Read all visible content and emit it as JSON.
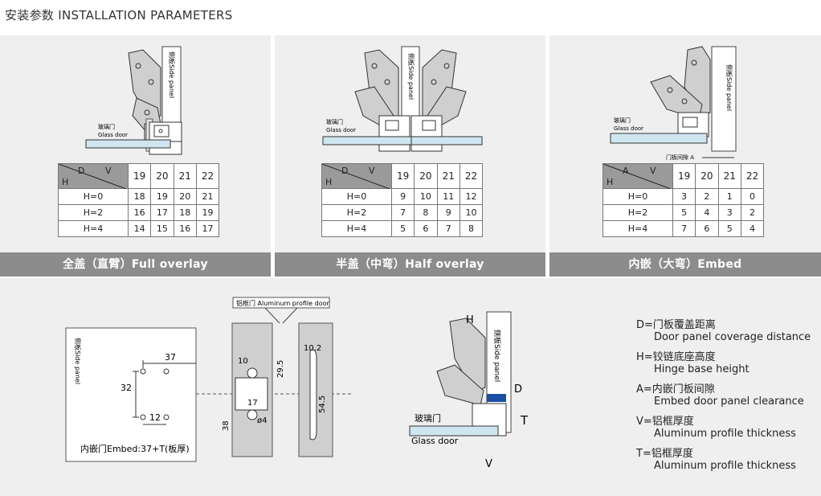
{
  "title": "安装参数 INSTALLATION PARAMETERS",
  "panels": [
    {
      "caption": "全盖（直臂）Full overlay",
      "side_panel_label": "侧板Side panel",
      "glass_label_cn": "玻璃门",
      "glass_label_en": "Glass door",
      "corner": {
        "left": "D",
        "right": "V",
        "bottom": "H"
      },
      "columns": [
        "19",
        "20",
        "21",
        "22"
      ],
      "rows": [
        {
          "label": "H=0",
          "cells": [
            "18",
            "19",
            "20",
            "21"
          ]
        },
        {
          "label": "H=2",
          "cells": [
            "16",
            "17",
            "18",
            "19"
          ]
        },
        {
          "label": "H=4",
          "cells": [
            "14",
            "15",
            "16",
            "17"
          ]
        }
      ]
    },
    {
      "caption": "半盖（中弯）Half overlay",
      "side_panel_label": "侧板Side panel",
      "glass_label_cn": "玻璃门",
      "glass_label_en": "Glass door",
      "corner": {
        "left": "D",
        "right": "V",
        "bottom": "H"
      },
      "columns": [
        "19",
        "20",
        "21",
        "22"
      ],
      "rows": [
        {
          "label": "H=0",
          "cells": [
            "9",
            "10",
            "11",
            "12"
          ]
        },
        {
          "label": "H=2",
          "cells": [
            "7",
            "8",
            "9",
            "10"
          ]
        },
        {
          "label": "H=4",
          "cells": [
            "5",
            "6",
            "7",
            "8"
          ]
        }
      ]
    },
    {
      "caption": "内嵌（大弯）Embed",
      "side_panel_label": "侧板Side panel",
      "glass_label_cn": "玻璃门",
      "glass_label_en": "Glass door",
      "gap_label": "门板间隙 A",
      "corner": {
        "left": "A",
        "right": "V",
        "bottom": "H"
      },
      "columns": [
        "19",
        "20",
        "21",
        "22"
      ],
      "rows": [
        {
          "label": "H=0",
          "cells": [
            "3",
            "2",
            "1",
            "0"
          ]
        },
        {
          "label": "H=2",
          "cells": [
            "5",
            "4",
            "3",
            "2"
          ]
        },
        {
          "label": "H=4",
          "cells": [
            "7",
            "6",
            "5",
            "4"
          ]
        }
      ]
    }
  ],
  "drilling": {
    "side_panel_label": "侧板Side panel",
    "dim_37": "37",
    "dim_32": "32",
    "dim_12": "12",
    "embed_note": "内嵌门Embed:37+T(板厚)"
  },
  "profile": {
    "label": "铝框门 Aluminum profile door",
    "dim_10": "10",
    "dim_29_5": "29.5",
    "dim_17": "17",
    "dim_38": "38",
    "dim_d4": "ø4",
    "dim_10_2": "10.2",
    "dim_54_5": "54.5"
  },
  "section": {
    "h": "H",
    "d": "D",
    "t": "T",
    "v": "V",
    "side_panel_label": "侧板Side panel",
    "glass_label_cn": "玻璃门",
    "glass_label_en": "Glass door"
  },
  "legend": [
    {
      "key": "D=门板覆盖距离",
      "en": "Door panel coverage distance"
    },
    {
      "key": "H=铰链底座高度",
      "en": "Hinge base height"
    },
    {
      "key": "A=内嵌门板间隙",
      "en": "Embed door panel clearance"
    },
    {
      "key": "V=铝框厚度",
      "en": "Aluminum profile thickness"
    },
    {
      "key": "T=铝框厚度",
      "en": "Aluminum profile  thickness"
    }
  ],
  "colors": {
    "panel_bg": "#efefef",
    "caption_bg": "#8c8c8c",
    "glass": "#cfe6f1",
    "hinge_blue": "#1a4fa3"
  }
}
